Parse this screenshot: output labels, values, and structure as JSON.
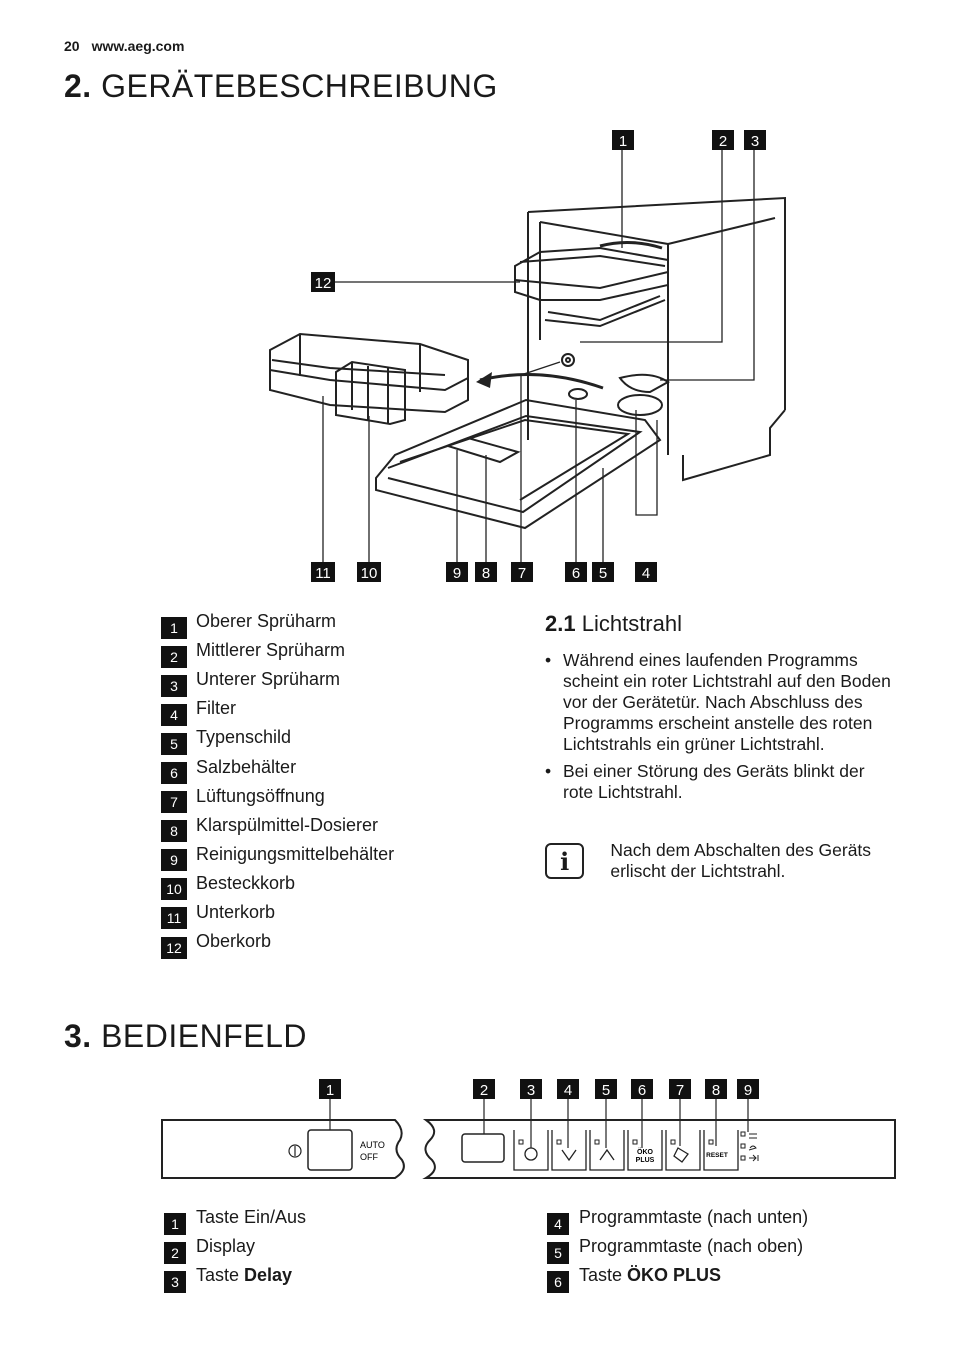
{
  "header": {
    "page_number": "20",
    "url": "www.aeg.com"
  },
  "section2": {
    "number": "2.",
    "title": "GERÄTEBESCHREIBUNG",
    "diagram_callouts": [
      "1",
      "2",
      "3",
      "12",
      "11",
      "10",
      "9",
      "8",
      "7",
      "6",
      "5",
      "4"
    ],
    "legend": [
      {
        "num": "1",
        "label": "Oberer Sprüharm"
      },
      {
        "num": "2",
        "label": "Mittlerer Sprüharm"
      },
      {
        "num": "3",
        "label": "Unterer Sprüharm"
      },
      {
        "num": "4",
        "label": "Filter"
      },
      {
        "num": "5",
        "label": "Typenschild"
      },
      {
        "num": "6",
        "label": "Salzbehälter"
      },
      {
        "num": "7",
        "label": "Lüftungsöffnung"
      },
      {
        "num": "8",
        "label": "Klarspülmittel-Dosierer"
      },
      {
        "num": "9",
        "label": "Reinigungsmittelbehälter"
      },
      {
        "num": "10",
        "label": "Besteckkorb"
      },
      {
        "num": "11",
        "label": "Unterkorb"
      },
      {
        "num": "12",
        "label": "Oberkorb"
      }
    ],
    "subsection": {
      "number": "2.1",
      "title": "Lichtstrahl",
      "bullets": [
        "Während eines laufenden Programms scheint ein roter Lichtstrahl auf den Boden vor der Gerätetür. Nach Abschluss des Programms erscheint anstelle des roten Lichtstrahls ein grüner Lichtstrahl.",
        "Bei einer Störung des Geräts blinkt der rote Lichtstrahl."
      ],
      "note": "Nach dem Abschalten des Geräts erlischt der Lichtstrahl."
    }
  },
  "section3": {
    "number": "3.",
    "title": "BEDIENFELD",
    "panel_callouts": [
      "1",
      "2",
      "3",
      "4",
      "5",
      "6",
      "7",
      "8",
      "9"
    ],
    "panel_text": {
      "auto": "AUTO",
      "off": "OFF",
      "oko1": "ÖKO",
      "oko2": "PLUS",
      "reset": "RESET"
    },
    "legend_left": [
      {
        "num": "1",
        "prefix": "Taste Ein/Aus",
        "bold": ""
      },
      {
        "num": "2",
        "prefix": "Display",
        "bold": ""
      },
      {
        "num": "3",
        "prefix": "Taste ",
        "bold": "Delay"
      }
    ],
    "legend_right": [
      {
        "num": "4",
        "prefix": "Programmtaste (nach unten)",
        "bold": ""
      },
      {
        "num": "5",
        "prefix": "Programmtaste (nach oben)",
        "bold": ""
      },
      {
        "num": "6",
        "prefix": "Taste ",
        "bold": "ÖKO PLUS"
      }
    ]
  }
}
